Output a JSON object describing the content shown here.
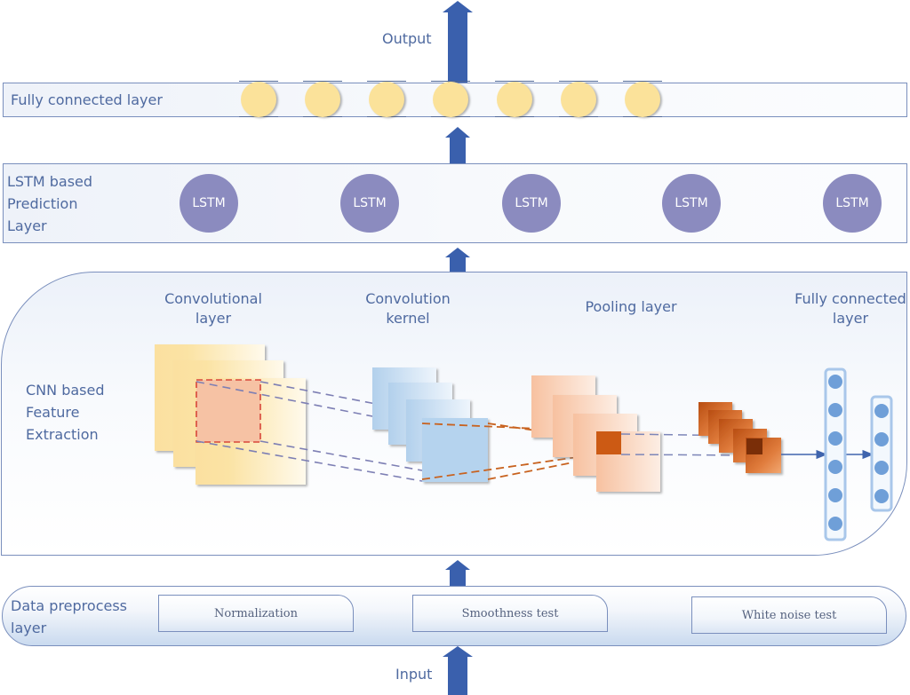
{
  "output_label": "Output",
  "input_label": "Input",
  "fully_connected_layer": {
    "label": "Fully connected layer",
    "node_count": 7
  },
  "lstm_layer": {
    "label_lines": [
      "LSTM based",
      "Prediction",
      "Layer"
    ],
    "nodes": [
      "LSTM",
      "LSTM",
      "LSTM",
      "LSTM",
      "LSTM"
    ]
  },
  "cnn_layer": {
    "label_lines": [
      "CNN based",
      "Feature",
      "Extraction"
    ],
    "stages": [
      {
        "lines": [
          "Convolutional",
          "layer"
        ]
      },
      {
        "lines": [
          "Convolution",
          "kernel"
        ]
      },
      {
        "lines": [
          "Pooling layer"
        ]
      },
      {
        "lines": [
          "Fully connected",
          "layer"
        ]
      }
    ],
    "fc_column_nodes": [
      6,
      4
    ]
  },
  "preprocess_layer": {
    "label_lines": [
      "Data preprocess",
      "layer"
    ],
    "steps": [
      "Normalization",
      "Smoothness test",
      "White noise test"
    ]
  },
  "colors": {
    "arrow": "#3a60ad",
    "label": "#4f6aa0",
    "fc_node": "#fbe29a",
    "lstm_node": "#8b8bbf",
    "conv_map": "#fbe6a8",
    "kernel": "#b7d3ec",
    "pool": "#f6c3a4",
    "pooled": "#c8621f",
    "fc_neuron": "#6f9fd8"
  }
}
